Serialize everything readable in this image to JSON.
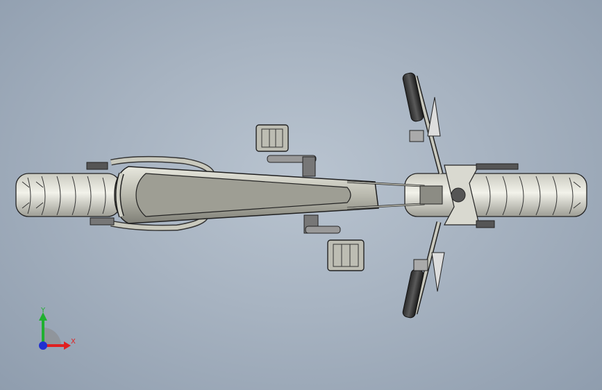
{
  "viewport": {
    "background_top": "#b9c4d0",
    "background_bottom": "#8f9dae",
    "view": "top"
  },
  "model": {
    "name": "",
    "tire_color": "#d6d6cc",
    "frame_color": "#c8c8bc",
    "edge_color": "#1e1e1e"
  },
  "triad": {
    "x_label": "X",
    "y_label": "Y",
    "x_color": "#e02020",
    "y_color": "#20b030",
    "z_color": "#2030d0"
  }
}
